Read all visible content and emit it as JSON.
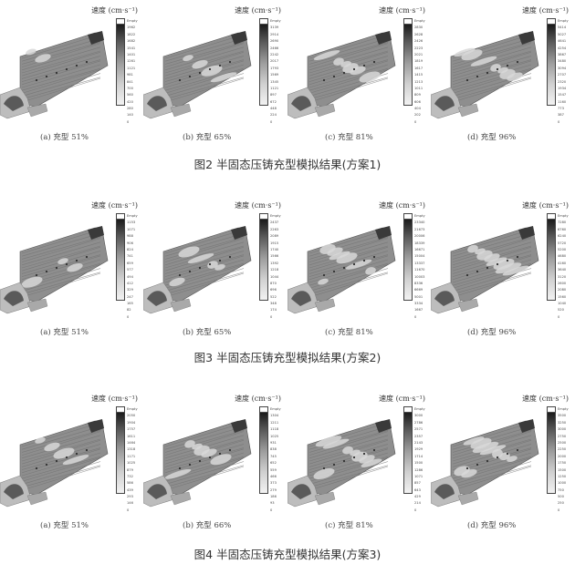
{
  "figures": [
    {
      "caption": "图2 半固态压铸充型模拟结果(方案1)",
      "panels": [
        {
          "label": "(a) 充型 51%",
          "speed": "速度 (cm·s⁻¹)",
          "legend": [
            "Empty",
            "1962",
            "1822",
            "1682",
            "1541",
            "1401",
            "1261",
            "1121",
            "981",
            "841",
            "700",
            "560",
            "420",
            "280",
            "140",
            "0"
          ]
        },
        {
          "label": "(b) 充型 65%",
          "speed": "速度 (cm·s⁻¹)",
          "legend": [
            "Empty",
            "3139",
            "2914",
            "2690",
            "2466",
            "2242",
            "2017",
            "1793",
            "1569",
            "1345",
            "1121",
            "897",
            "672",
            "448",
            "224",
            "0"
          ]
        },
        {
          "label": "(c) 充型 81%",
          "speed": "速度 (cm·s⁻¹)",
          "legend": [
            "Empty",
            "2830",
            "2628",
            "2426",
            "2223",
            "2021",
            "1819",
            "1617",
            "1415",
            "1213",
            "1011",
            "809",
            "606",
            "404",
            "202",
            "0"
          ]
        },
        {
          "label": "(d) 充型 96%",
          "speed": "速度 (cm·s⁻¹)",
          "legend": [
            "Empty",
            "5414",
            "5027",
            "4641",
            "4254",
            "3867",
            "3480",
            "3094",
            "2707",
            "2320",
            "1934",
            "1547",
            "1160",
            "773",
            "387",
            "0"
          ]
        }
      ]
    },
    {
      "caption": "图3 半固态压铸充型模拟结果(方案2)",
      "panels": [
        {
          "label": "(a) 充型 51%",
          "speed": "速度 (cm·s⁻¹)",
          "legend": [
            "Empty",
            "1153",
            "1071",
            "988",
            "906",
            "824",
            "741",
            "659",
            "577",
            "494",
            "412",
            "329",
            "247",
            "165",
            "82",
            "0"
          ]
        },
        {
          "label": "(b) 充型 65%",
          "speed": "速度 (cm·s⁻¹)",
          "legend": [
            "Empty",
            "2437",
            "2263",
            "2089",
            "1915",
            "1740",
            "1566",
            "1392",
            "1218",
            "1044",
            "870",
            "696",
            "522",
            "348",
            "174",
            "0"
          ]
        },
        {
          "label": "(c) 充型 81%",
          "speed": "速度 (cm·s⁻¹)",
          "legend": [
            "Empty",
            "23340",
            "21673",
            "20006",
            "18339",
            "16671",
            "15004",
            "13337",
            "11670",
            "10003",
            "8336",
            "6669",
            "5001",
            "3334",
            "1667",
            "0"
          ]
        },
        {
          "label": "(d) 充型 96%",
          "speed": "速度 (cm·s⁻¹)",
          "legend": [
            "Empty",
            "7280",
            "6760",
            "6240",
            "5720",
            "5200",
            "4680",
            "4160",
            "3640",
            "3120",
            "2600",
            "2080",
            "1560",
            "1040",
            "520",
            "0"
          ]
        }
      ]
    },
    {
      "caption": "图4 半固态压铸充型模拟结果(方案3)",
      "panels": [
        {
          "label": "(a) 充型 51%",
          "speed": "速度 (cm·s⁻¹)",
          "legend": [
            "Empty",
            "2050",
            "1904",
            "1757",
            "1611",
            "1464",
            "1318",
            "1171",
            "1025",
            "879",
            "732",
            "586",
            "439",
            "293",
            "146",
            "0"
          ]
        },
        {
          "label": "(b) 充型 66%",
          "speed": "速度 (cm·s⁻¹)",
          "legend": [
            "Empty",
            "1304",
            "1211",
            "1118",
            "1025",
            "931",
            "838",
            "745",
            "652",
            "559",
            "466",
            "373",
            "279",
            "186",
            "93",
            "0"
          ]
        },
        {
          "label": "(c) 充型 81%",
          "speed": "速度 (cm·s⁻¹)",
          "legend": [
            "Empty",
            "3000",
            "2786",
            "2571",
            "2357",
            "2143",
            "1929",
            "1714",
            "1500",
            "1286",
            "1071",
            "857",
            "643",
            "429",
            "214",
            "0"
          ]
        },
        {
          "label": "(d) 充型 96%",
          "speed": "速度 (cm·s⁻¹)",
          "legend": [
            "Empty",
            "3500",
            "3250",
            "3000",
            "2750",
            "2500",
            "2250",
            "2000",
            "1750",
            "1500",
            "1250",
            "1000",
            "750",
            "500",
            "250",
            "0"
          ]
        }
      ]
    }
  ]
}
